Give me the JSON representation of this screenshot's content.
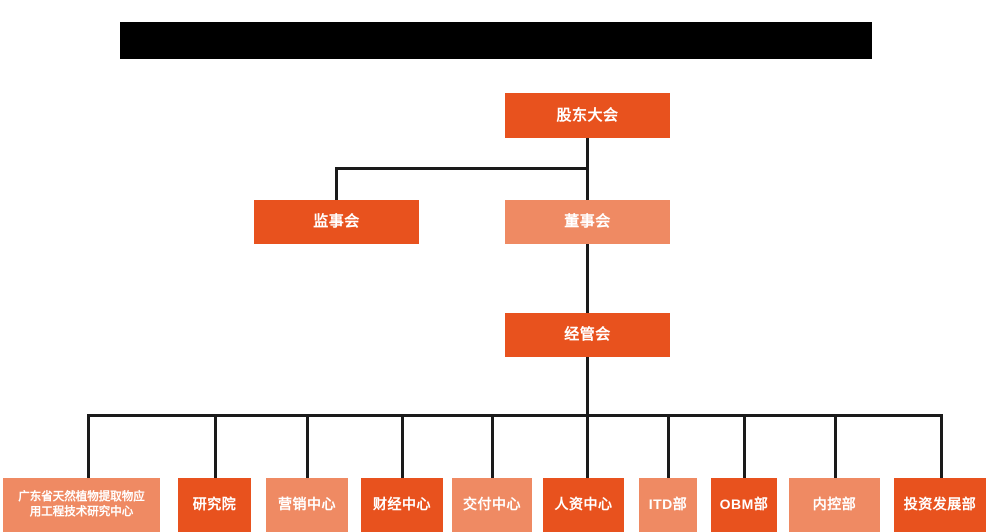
{
  "chart_data": {
    "type": "diagram",
    "diagram_kind": "organization-chart",
    "title": "",
    "palette": {
      "dark_orange": "#E8521E",
      "light_orange": "#EF8A63",
      "connector": "#1a1a1a",
      "redaction": "#000000",
      "background": "#FFFFFF",
      "node_text": "#FFFFFF"
    },
    "levels": [
      {
        "level": 1,
        "nodes": [
          "股东大会"
        ]
      },
      {
        "level": 2,
        "nodes": [
          "监事会",
          "董事会"
        ]
      },
      {
        "level": 3,
        "nodes": [
          "经管会"
        ]
      },
      {
        "level": 4,
        "nodes": [
          "广东省天然植物提取物应用工程技术研究中心",
          "研究院",
          "营销中心",
          "财经中心",
          "交付中心",
          "人资中心",
          "ITD部",
          "OBM部",
          "内控部",
          "投资发展部"
        ]
      }
    ],
    "edges": [
      {
        "from": "股东大会",
        "to": "监事会"
      },
      {
        "from": "股东大会",
        "to": "董事会"
      },
      {
        "from": "董事会",
        "to": "经管会"
      },
      {
        "from": "经管会",
        "to": "广东省天然植物提取物应用工程技术研究中心"
      },
      {
        "from": "经管会",
        "to": "研究院"
      },
      {
        "from": "经管会",
        "to": "营销中心"
      },
      {
        "from": "经管会",
        "to": "财经中心"
      },
      {
        "from": "经管会",
        "to": "交付中心"
      },
      {
        "from": "经管会",
        "to": "人资中心"
      },
      {
        "from": "经管会",
        "to": "ITD部"
      },
      {
        "from": "经管会",
        "to": "OBM部"
      },
      {
        "from": "经管会",
        "to": "内控部"
      },
      {
        "from": "经管会",
        "to": "投资发展部"
      }
    ]
  },
  "header": {
    "redaction_bar_label": ""
  },
  "nodes": {
    "shareholders_meeting": "股东大会",
    "board_of_supervisors": "监事会",
    "board_of_directors": "董事会",
    "management_committee": "经管会",
    "research_center_line1": "广东省天然植物提取物应",
    "research_center_line2": "用工程技术研究中心",
    "research_institute": "研究院",
    "marketing_center": "营销中心",
    "finance_center": "财经中心",
    "delivery_center": "交付中心",
    "hr_center": "人资中心",
    "itd_department": "ITD部",
    "obm_department": "OBM部",
    "internal_control_department": "内控部",
    "investment_development_department": "投资发展部"
  }
}
